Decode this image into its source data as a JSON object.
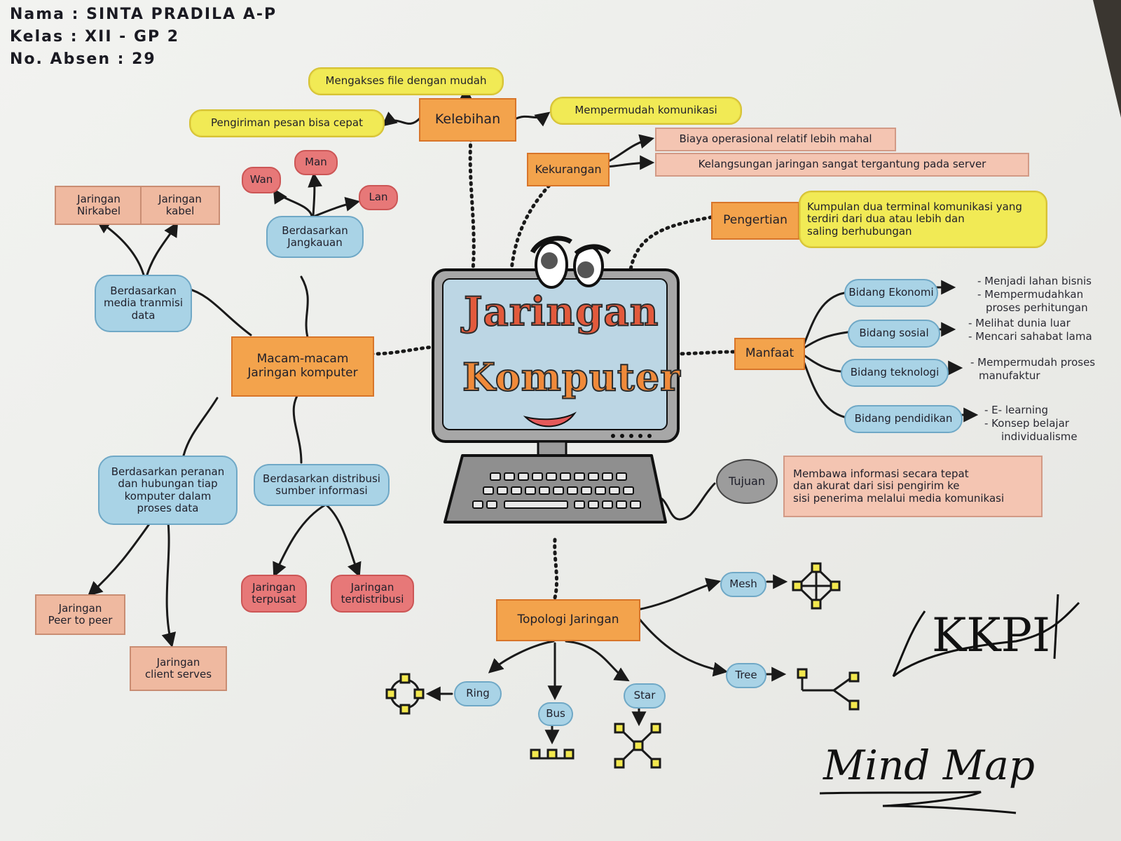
{
  "header": {
    "nama": "Nama : SINTA PRADILA A-P",
    "kelas": "Kelas : XII - GP 2",
    "absen": "No. Absen : 29"
  },
  "center": {
    "line1": "Jaringan",
    "line2": "Komputer"
  },
  "kelebihan": {
    "label": "Kelebihan",
    "items": [
      "Mengakses file dengan mudah",
      "Pengiriman pesan bisa cepat",
      "Mempermudah komunikasi"
    ]
  },
  "kekurangan": {
    "label": "Kekurangan",
    "items": [
      "Biaya operasional relatif lebih mahal",
      "Kelangsungan jaringan sangat tergantung pada server"
    ]
  },
  "pengertian": {
    "label": "Pengertian",
    "text": [
      "Kumpulan dua terminal komunikasi yang",
      "terdiri dari dua atau lebih dan",
      "saling berhubungan"
    ]
  },
  "manfaat": {
    "label": "Manfaat",
    "bidang": [
      {
        "label": "Bidang Ekonomi",
        "notes": [
          "- Menjadi lahan bisnis",
          "- Mempermudahkan",
          "proses perhitungan"
        ]
      },
      {
        "label": "Bidang sosial",
        "notes": [
          "- Melihat dunia luar",
          "- Mencari sahabat lama"
        ]
      },
      {
        "label": "Bidang teknologi",
        "notes": [
          "- Mempermudah proses",
          "manufaktur"
        ]
      },
      {
        "label": "Bidang pendidikan",
        "notes": [
          "- E- learning",
          "- Konsep belajar",
          "individualisme"
        ]
      }
    ]
  },
  "tujuan": {
    "label": "Tujuan",
    "text": [
      "Membawa informasi secara tepat",
      "dan akurat dari sisi pengirim ke",
      "sisi penerima melalui media komunikasi"
    ]
  },
  "macam": {
    "label": [
      "Macam-macam",
      "Jaringan komputer"
    ],
    "media": {
      "label": [
        "Berdasarkan",
        "media tranmisi",
        "data"
      ],
      "children": [
        [
          "Jaringan",
          "Nirkabel"
        ],
        [
          "Jaringan",
          "kabel"
        ]
      ]
    },
    "jangkauan": {
      "label": [
        "Berdasarkan",
        "Jangkauan"
      ],
      "children": [
        "Wan",
        "Man",
        "Lan"
      ]
    },
    "peranan": {
      "label": [
        "Berdasarkan peranan",
        "dan hubungan tiap",
        "komputer dalam",
        "proses data"
      ],
      "children": [
        [
          "Jaringan",
          "Peer to peer"
        ],
        [
          "Jaringan",
          "client serves"
        ]
      ]
    },
    "distribusi": {
      "label": [
        "Berdasarkan distribusi",
        "sumber informasi"
      ],
      "children": [
        [
          "Jaringan",
          "terpusat"
        ],
        [
          "Jaringan",
          "terdistribusi"
        ]
      ]
    }
  },
  "topologi": {
    "label": "Topologi Jaringan",
    "items": [
      "Ring",
      "Bus",
      "Star",
      "Mesh",
      "Tree"
    ]
  },
  "signature": {
    "kkpi": "KKPI",
    "mindmap": "Mind Map"
  }
}
